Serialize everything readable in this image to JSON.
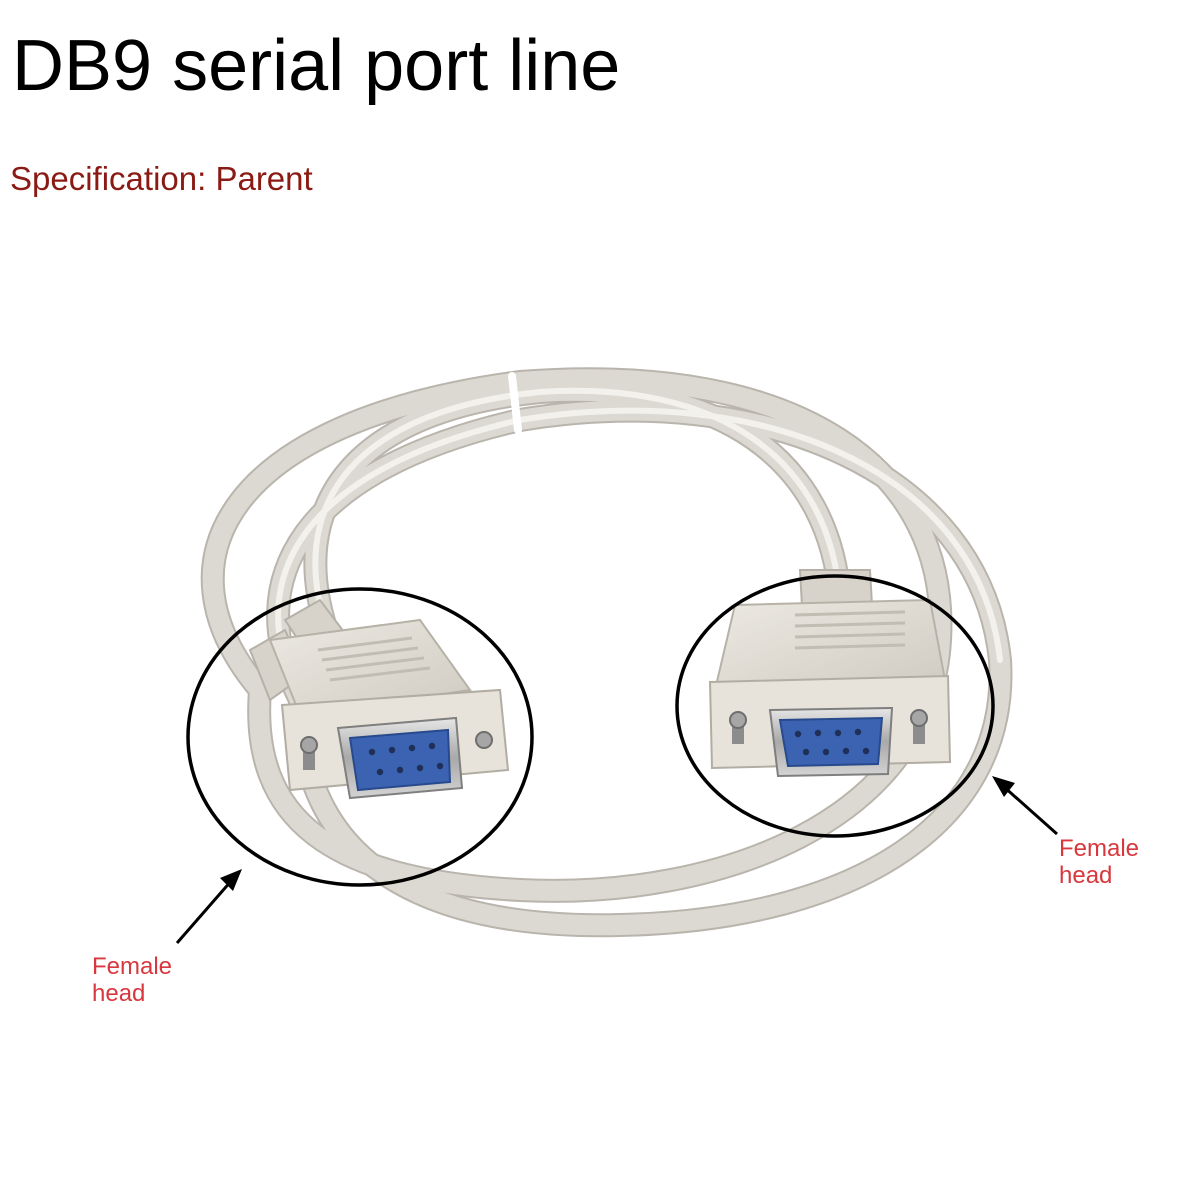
{
  "title": "DB9 serial port line",
  "specification": {
    "label": "Specification:",
    "value": "Parent"
  },
  "callouts": [
    {
      "line1": "Female",
      "line2": "head"
    },
    {
      "line1": "Female",
      "line2": "head"
    }
  ],
  "colors": {
    "title": "#000000",
    "spec_text": "#8a1a14",
    "callout_text": "#d8373d",
    "cable": "#dcd9d2",
    "cable_shadow": "#b9b5ad",
    "connector_body": "#e3dfd6",
    "metal_shell": "#b8b8b8",
    "pin_insert": "#3b63b2",
    "outline": "#000000"
  },
  "icons": {
    "connector": "db9-female-connector-icon",
    "arrow": "callout-arrow-icon"
  }
}
